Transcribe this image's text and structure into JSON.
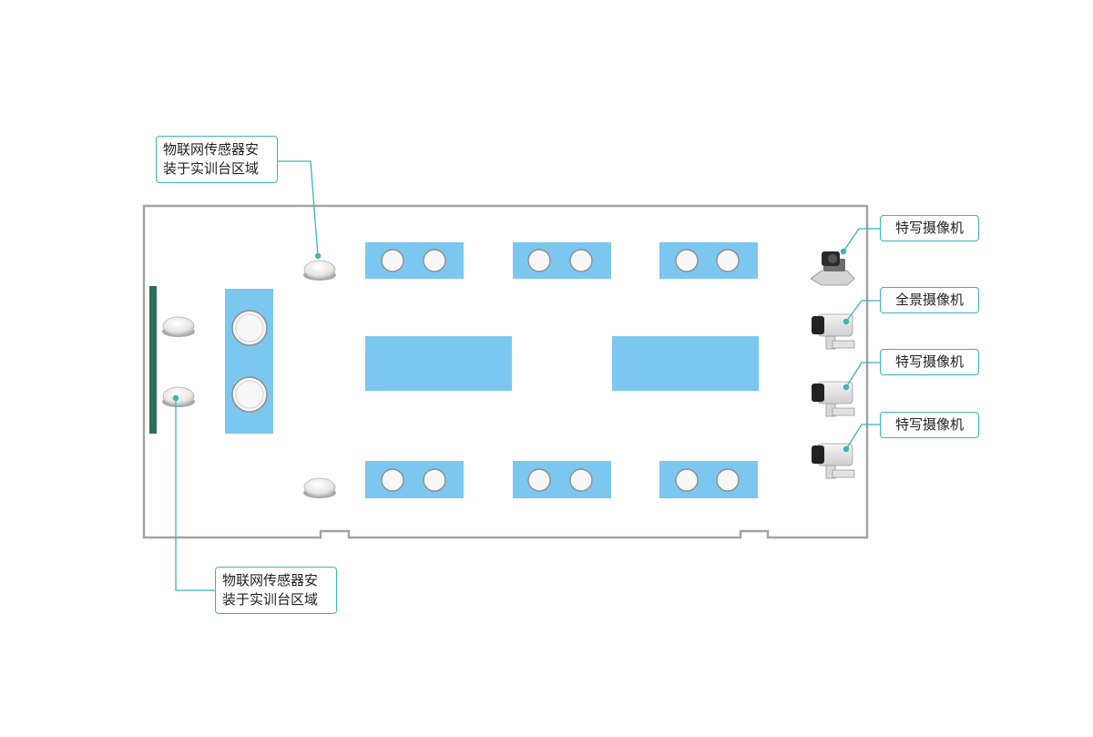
{
  "callouts": {
    "sensor_top": {
      "line1": "物联网传感器安",
      "line2": "装于实训台区域"
    },
    "sensor_bottom": {
      "line1": "物联网传感器安",
      "line2": "装于实训台区域"
    },
    "camera_1": "特写摄像机",
    "camera_2": "全景摄像机",
    "camera_3": "特写摄像机",
    "camera_4": "特写摄像机"
  },
  "colors": {
    "table_fill": "#7cc7ef",
    "seat_fill": "#f7f7f7",
    "room_border": "#a3a3a3",
    "whiteboard": "#2e6e5e",
    "leader_line": "#3cb4b8"
  }
}
